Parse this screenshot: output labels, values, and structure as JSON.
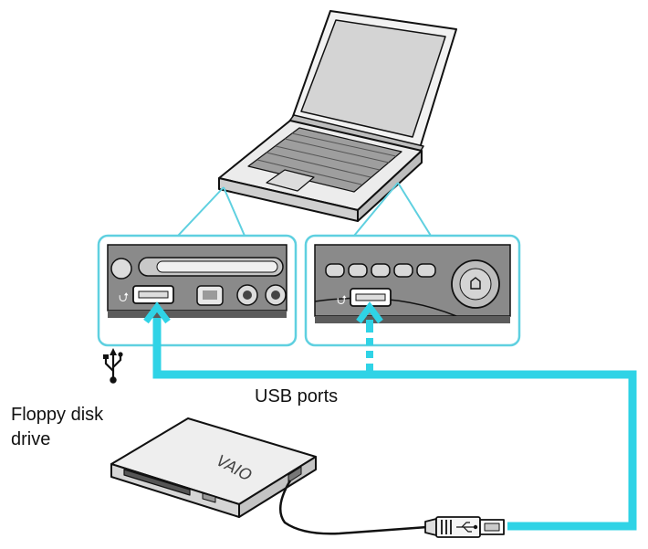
{
  "labels": {
    "usb_ports": "USB ports",
    "floppy_line1": "Floppy disk",
    "floppy_line2": "drive",
    "floppy_logo": "VAIO"
  },
  "icons": {
    "usb_symbol": "usb-icon",
    "laptop": "laptop-illustration",
    "floppy_drive": "floppy-drive-illustration",
    "usb_plug": "usb-plug-icon"
  },
  "colors": {
    "cable": "#2fd3e6",
    "callout": "#5fd0e0",
    "outline": "#111111",
    "screen": "#cfcfcf",
    "panel": "#7a7a7a"
  }
}
